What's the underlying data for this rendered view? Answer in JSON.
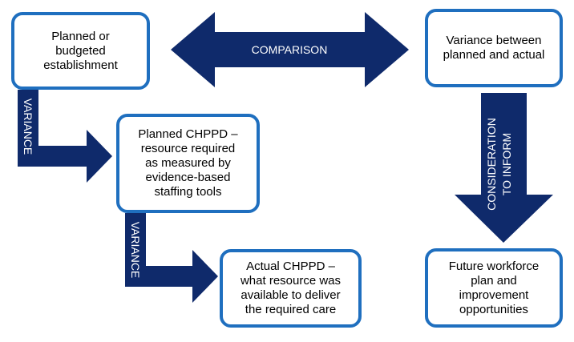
{
  "boxes": {
    "planned_budgeted": "Planned or\nbudgeted\nestablishment",
    "variance_planned_actual": "Variance between\nplanned and actual",
    "planned_chppd": "Planned CHPPD –\nresource required\nas measured by\nevidence-based\nstaffing tools",
    "actual_chppd": "Actual CHPPD –\nwhat resource was\navailable to deliver\nthe required care",
    "future_workforce": "Future workforce\nplan and\nimprovement\nopportunities"
  },
  "arrows": {
    "comparison": "COMPARISON",
    "variance_1": "VARIANCE",
    "variance_2": "VARIANCE",
    "consideration_line1": "CONSIDERATION",
    "consideration_line2": "TO INFORM"
  },
  "colors": {
    "arrow_fill": "#0f2a6b",
    "box_border": "#1f6fbf"
  }
}
